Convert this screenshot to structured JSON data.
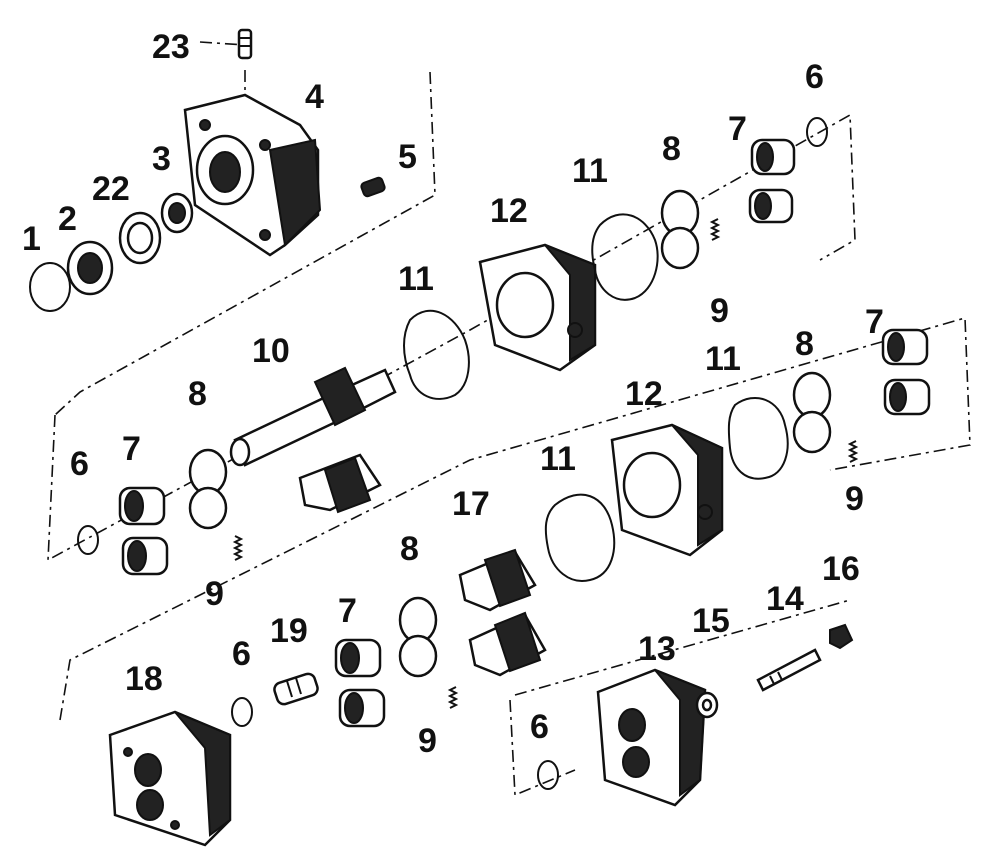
{
  "diagram": {
    "labels": {
      "p1": "1",
      "p2": "2",
      "p22": "22",
      "p3": "3",
      "p23": "23",
      "p4": "4",
      "p5": "5",
      "p6a": "6",
      "p7a": "7",
      "p8a": "8",
      "p9a": "9",
      "p11a": "11",
      "p12a": "12",
      "p10": "10",
      "p11b": "11",
      "p8b": "8",
      "p7b": "7",
      "p6b": "6",
      "p8c": "8",
      "p11c": "11",
      "p12b": "12",
      "p7c": "7",
      "p9b": "9",
      "p9c": "9",
      "p11d": "11",
      "p17": "17",
      "p8d": "8",
      "p6c": "6",
      "p19": "19",
      "p7d": "7",
      "p18": "18",
      "p9d": "9",
      "p13": "13",
      "p15": "15",
      "p14": "14",
      "p16": "16",
      "p6d": "6"
    }
  }
}
